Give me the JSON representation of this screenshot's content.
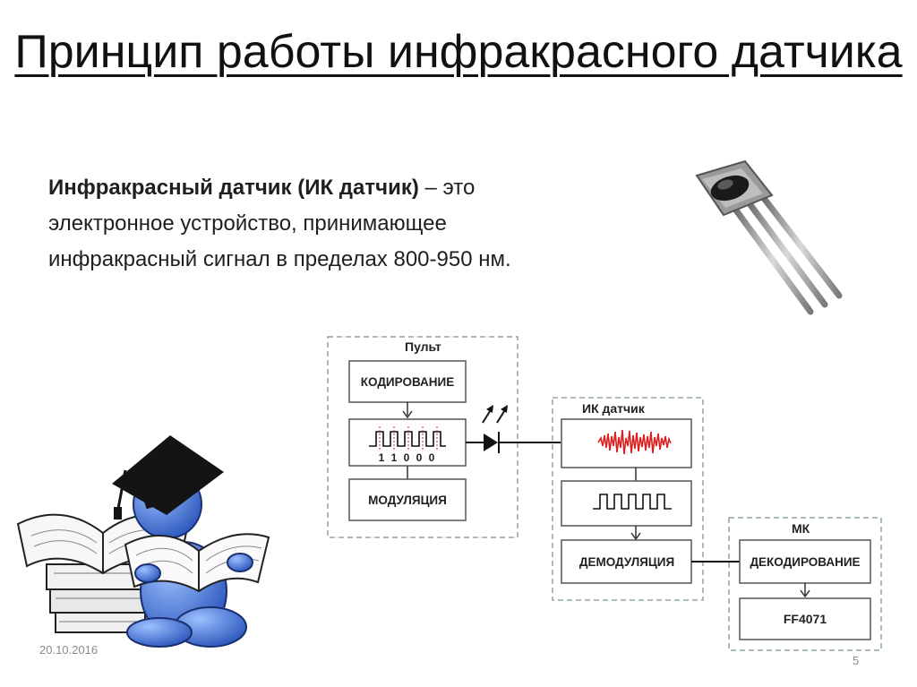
{
  "slide": {
    "title": "Принцип работы инфракрасного датчика",
    "desc_bold": "Инфракрасный датчик (ИК датчик)",
    "desc_dash": " –",
    "desc_rest": "это электронное устройство, принимающее инфракрасный сигнал в пределах 800-950 нм.",
    "date": "20.10.2016",
    "page": "5"
  },
  "diagram": {
    "remote": {
      "label": "Пульт",
      "encoding": "КОДИРОВАНИЕ",
      "bits": "1 1 0 0 0",
      "modulation": "МОДУЛЯЦИЯ"
    },
    "sensor": {
      "label": "ИК датчик",
      "demodulation": "ДЕМОДУЛЯЦИЯ"
    },
    "mcu": {
      "label": "МК",
      "decoding": "ДЕКОДИРОВАНИЕ",
      "code": "FF4071"
    }
  },
  "icons": {
    "ir_sensor": "ir-sensor-component-icon",
    "student": "student-with-books-icon"
  },
  "colors": {
    "signal_red": "#d82020",
    "figure_blue": "#3a6fd8",
    "dashed_border": "#8fa3a8"
  }
}
